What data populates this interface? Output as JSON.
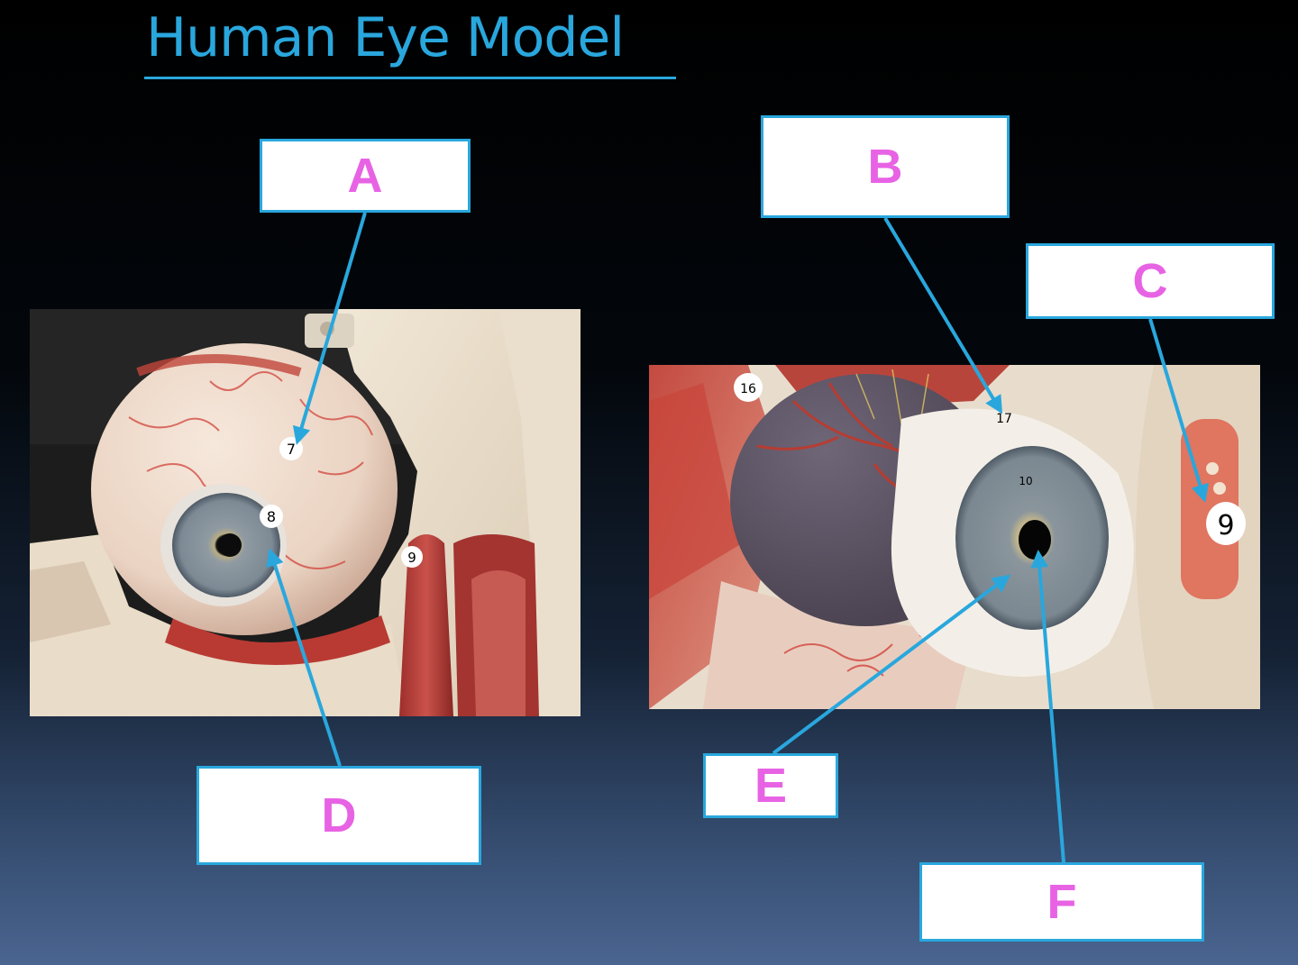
{
  "title": "Human Eye Model",
  "colors": {
    "title": "#29a7dd",
    "label_letter": "#e763e4",
    "box_border": "#29a7dd",
    "leader_line": "#29a7dd"
  },
  "labels": [
    {
      "id": "a",
      "letter": "A"
    },
    {
      "id": "b",
      "letter": "B"
    },
    {
      "id": "c",
      "letter": "C"
    },
    {
      "id": "d",
      "letter": "D"
    },
    {
      "id": "e",
      "letter": "E"
    },
    {
      "id": "f",
      "letter": "F"
    }
  ],
  "model_tags": {
    "left": [
      "7",
      "8",
      "9"
    ],
    "right": [
      "16",
      "17",
      "10",
      "9"
    ]
  }
}
